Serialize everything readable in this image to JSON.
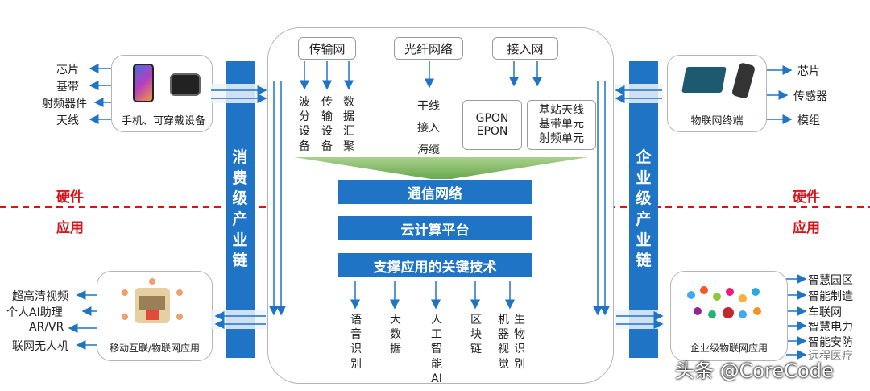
{
  "hardware_label": "硬件",
  "application_label": "应用",
  "left_bar": [
    "消",
    "费",
    "级",
    "产",
    "业",
    "链"
  ],
  "right_bar": [
    "企",
    "业",
    "级",
    "产",
    "业",
    "链"
  ],
  "top_left_device": {
    "caption": "手机、可穿戴设备",
    "outputs": [
      "芯片",
      "基带",
      "射频器件",
      "天线"
    ]
  },
  "top_right_device": {
    "caption": "物联网终端",
    "outputs": [
      "芯片",
      "传感器",
      "模组"
    ]
  },
  "bottom_left_device": {
    "caption": "移动互联/物联网应用",
    "outputs": [
      "超高清视频",
      "个人AI助理",
      "AR/VR",
      "联网无人机"
    ]
  },
  "bottom_right_device": {
    "caption": "企业级物联网应用",
    "outputs": [
      "智慧园区",
      "智能制造",
      "车联网",
      "智慧电力",
      "智能安防",
      "远程医疗"
    ]
  },
  "networks": {
    "transmission": {
      "title": "传输网",
      "columns": [
        "波分设备",
        "传输设备",
        "数据汇聚"
      ]
    },
    "fiber": {
      "title": "光纤网络",
      "items": [
        "干线",
        "接入",
        "海缆"
      ]
    },
    "access": {
      "title": "接入网",
      "gpon": "GPON",
      "epon": "EPON",
      "station": [
        "基站天线",
        "基带单元",
        "射频单元"
      ]
    }
  },
  "bands": [
    "通信网络",
    "云计算平台",
    "支撑应用的关键技术"
  ],
  "technologies": [
    "语音识别",
    "大数据",
    "人工智能AI",
    "区块链",
    "机器视觉",
    "生物识别"
  ],
  "watermark": "头条 @CoreCode"
}
